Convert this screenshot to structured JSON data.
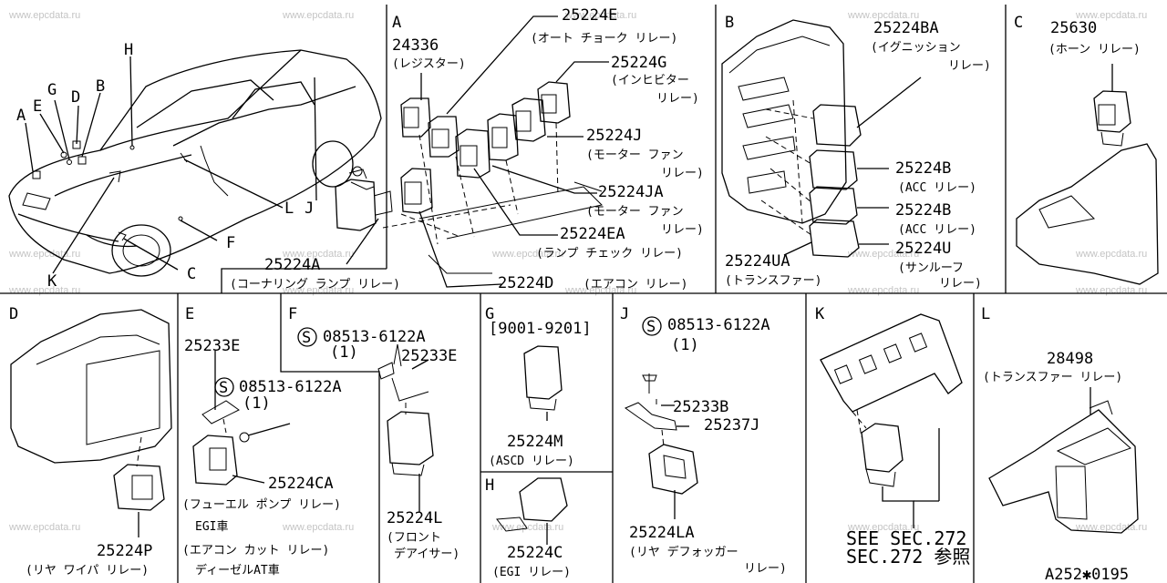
{
  "watermark": "www.epcdata.ru",
  "drawing_code": "A252✱0195",
  "vehicle_callouts": [
    "A",
    "B",
    "C",
    "D",
    "E",
    "F",
    "G",
    "H",
    "J",
    "K",
    "L"
  ],
  "panels": {
    "A": {
      "title": "A",
      "parts": [
        {
          "no": "24336",
          "name": "(レジスター)"
        },
        {
          "no": "25224E",
          "name": "(オート チョーク リレー)"
        },
        {
          "no": "25224G",
          "name": "(インヒビター",
          "name2": "リレー)"
        },
        {
          "no": "25224J",
          "name": "(モーター ファン",
          "name2": "リレー)"
        },
        {
          "no": "25224JA",
          "name": "(モーター ファン",
          "name2": "リレー)"
        },
        {
          "no": "25224EA",
          "name": "(ランプ チェック リレー)"
        },
        {
          "no": "25224A",
          "name": "(コーナリング ランプ リレー)"
        },
        {
          "no": "25224D",
          "name": "(エアコン リレー)"
        }
      ]
    },
    "B": {
      "title": "B",
      "parts": [
        {
          "no": "25224BA",
          "name": "(イグニッション",
          "name2": "リレー)"
        },
        {
          "no": "25224B",
          "name": "(ACC リレー)"
        },
        {
          "no": "25224B",
          "name": "(ACC リレー)"
        },
        {
          "no": "25224U",
          "name": "(サンルーフ",
          "name2": "リレー)"
        },
        {
          "no": "25224UA",
          "name": "(トランスファー)"
        }
      ]
    },
    "C": {
      "title": "C",
      "parts": [
        {
          "no": "25630",
          "name": "(ホーン リレー)"
        }
      ]
    },
    "D": {
      "title": "D",
      "parts": [
        {
          "no": "25224P",
          "name": "(リヤ ワイパ リレー)"
        }
      ]
    },
    "E": {
      "title": "E",
      "bolt": "08513-6122A",
      "bolt_qty": "(1)",
      "parts": [
        {
          "no": "25233E",
          "name": ""
        },
        {
          "no": "25224CA",
          "name": "(フューエル ポンプ リレー)",
          "note": "EGI車",
          "name2": "(エアコン カット リレー)",
          "note2": "ディーゼルAT車"
        }
      ]
    },
    "F": {
      "title": "F",
      "bolt": "08513-6122A",
      "bolt_qty": "(1)",
      "parts": [
        {
          "no": "25233E",
          "name": ""
        },
        {
          "no": "25224L",
          "name": "(フロント",
          "name2": "デアイサー)"
        }
      ]
    },
    "G": {
      "title": "G",
      "range": "[9001-9201]",
      "parts": [
        {
          "no": "25224M",
          "name": "(ASCD リレー)"
        }
      ]
    },
    "H": {
      "title": "H",
      "parts": [
        {
          "no": "25224C",
          "name": "(EGI リレー)"
        }
      ]
    },
    "J": {
      "title": "J",
      "bolt": "08513-6122A",
      "bolt_qty": "(1)",
      "parts": [
        {
          "no": "25233B",
          "name": ""
        },
        {
          "no": "25237J",
          "name": ""
        },
        {
          "no": "25224LA",
          "name": "(リヤ デフォッガー",
          "name2": "リレー)"
        }
      ]
    },
    "K": {
      "title": "K",
      "see1": "SEE SEC.272",
      "see2": "SEC.272 参照"
    },
    "L": {
      "title": "L",
      "parts": [
        {
          "no": "28498",
          "name": "(トランスファー リレー)"
        }
      ]
    }
  }
}
